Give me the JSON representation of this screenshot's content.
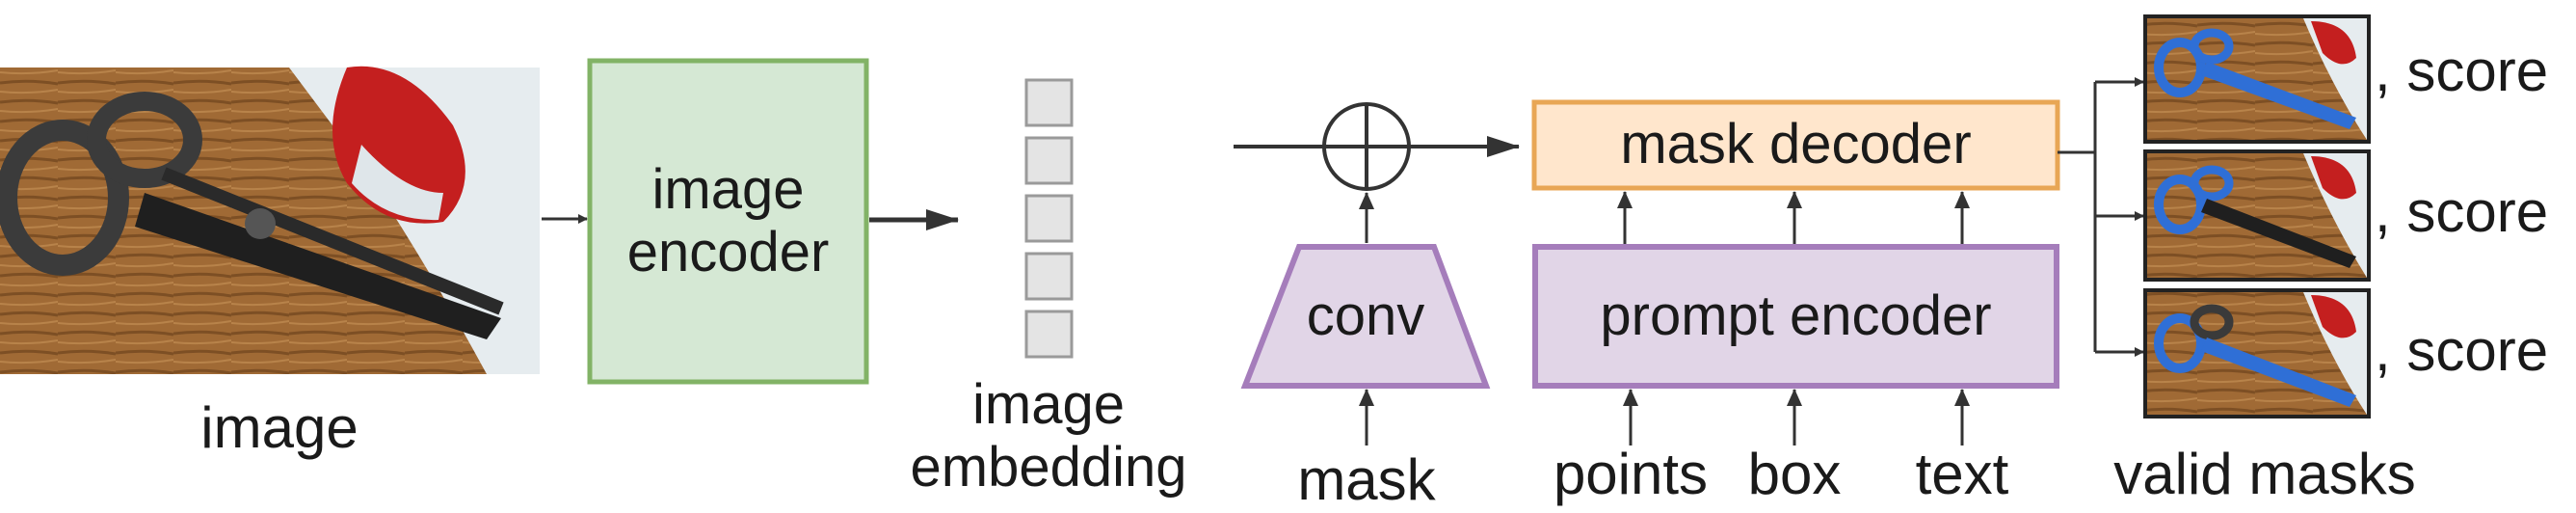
{
  "input": {
    "image_label": "image"
  },
  "encoder": {
    "line1": "image",
    "line2": "encoder"
  },
  "embedding": {
    "line1": "image",
    "line2": "embedding"
  },
  "conv": {
    "label": "conv",
    "input_label": "mask"
  },
  "decoder": {
    "label": "mask decoder"
  },
  "prompt": {
    "label": "prompt encoder",
    "inputs": [
      "points",
      "box",
      "text"
    ]
  },
  "outputs": {
    "score_labels": [
      ", score",
      ", score",
      ", score"
    ],
    "caption": "valid masks"
  },
  "colors": {
    "encoder_fill": "#d5e8d4",
    "encoder_stroke": "#82b366",
    "decoder_fill": "#ffe6cc",
    "decoder_stroke": "#e8a655",
    "prompt_fill": "#e1d5e7",
    "prompt_stroke": "#a57dbb",
    "embed_fill": "#e4e4e4",
    "embed_stroke": "#9a9a9a",
    "arrow": "#333333"
  }
}
